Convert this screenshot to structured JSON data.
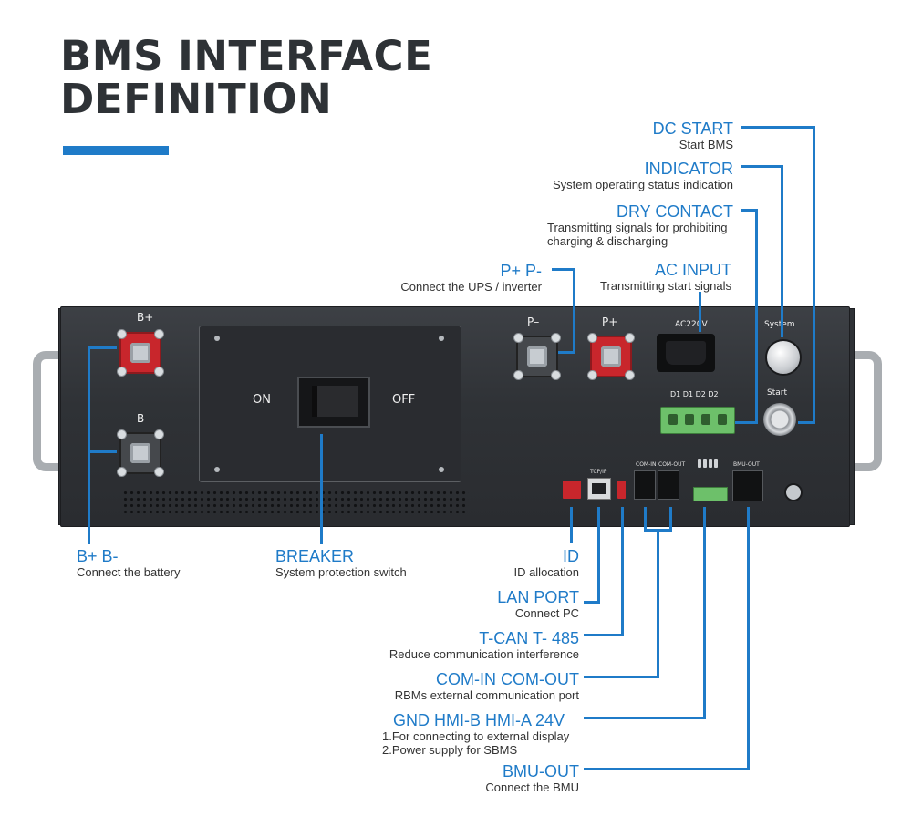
{
  "title": {
    "line1": "BMS INTERFACE",
    "line2": "DEFINITION"
  },
  "accent_color": "#1f7bc8",
  "callouts": {
    "dc_start": {
      "heading": "DC START",
      "desc": "Start BMS"
    },
    "indicator": {
      "heading": "INDICATOR",
      "desc": "System operating status indication"
    },
    "dry_contact": {
      "heading": "DRY CONTACT",
      "desc1": "Transmitting signals for prohibiting",
      "desc2": "charging & discharging"
    },
    "pp": {
      "heading": "P+ P-",
      "desc": "Connect the UPS / inverter"
    },
    "ac_input": {
      "heading": "AC INPUT",
      "desc": "Transmitting start signals"
    },
    "battery": {
      "heading": "B+ B-",
      "desc": "Connect the battery"
    },
    "breaker": {
      "heading": "BREAKER",
      "desc": "System protection switch"
    },
    "id": {
      "heading": "ID",
      "desc": "ID allocation"
    },
    "lan": {
      "heading": "LAN PORT",
      "desc": "Connect PC"
    },
    "tcan": {
      "heading": "T-CAN T- 485",
      "desc": "Reduce communication interference"
    },
    "com": {
      "heading": "COM-IN COM-OUT",
      "desc": "RBMs external communication port"
    },
    "gnd": {
      "heading": "GND HMI-B HMI-A 24V",
      "desc1": "1.For connecting to external display",
      "desc2": "2.Power supply for SBMS"
    },
    "bmu": {
      "heading": "BMU-OUT",
      "desc": "Connect the BMU"
    }
  },
  "device": {
    "b_plus": "B+",
    "b_minus": "B–",
    "on": "ON",
    "off": "OFF",
    "p_minus": "P–",
    "p_plus": "P+",
    "ac220v": "AC220V",
    "dry_pins": "D1 D1 D2 D2",
    "system": "System",
    "start": "Start",
    "port_tcp": "TCP/IP",
    "port_comin": "COM-IN",
    "port_comout": "COM-OUT",
    "port_bmuout": "BMU-OUT"
  }
}
